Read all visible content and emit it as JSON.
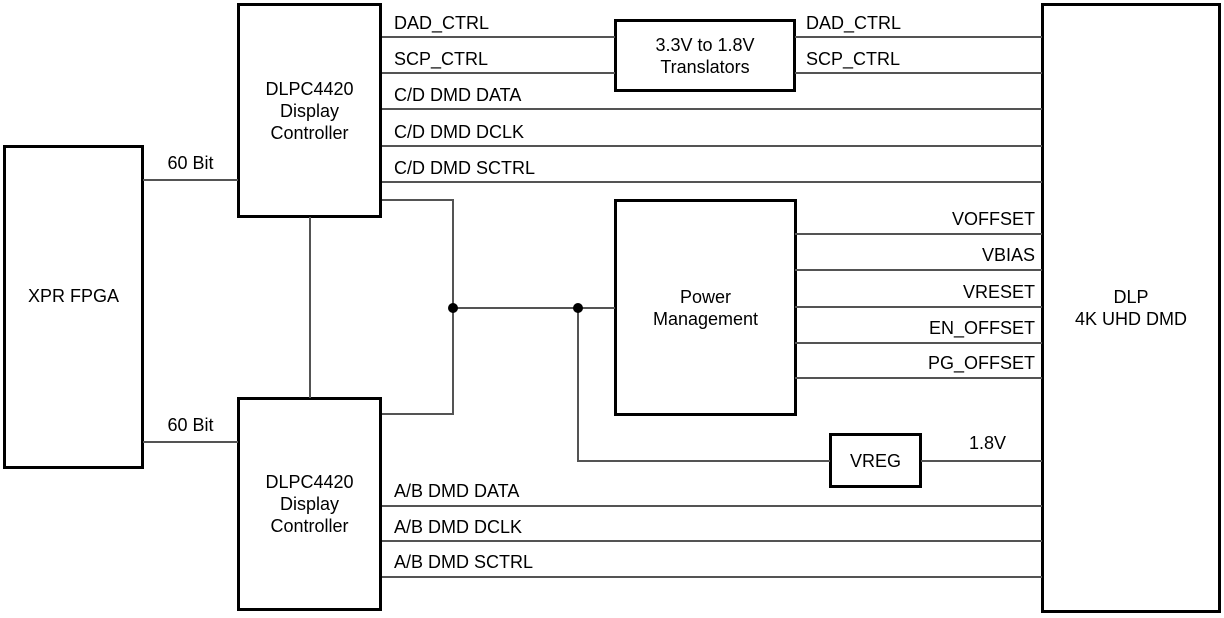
{
  "title": "DLP 4K UHD display system block diagram",
  "colors": {
    "background": "#ffffff",
    "block_border": "#000000",
    "wire": "#545454",
    "text": "#000000",
    "junction_dot": "#000000"
  },
  "blocks": {
    "xpr_fpga": {
      "lines": [
        "XPR FPGA"
      ]
    },
    "dlpc_top": {
      "lines": [
        "DLPC4420",
        "Display",
        "Controller"
      ]
    },
    "dlpc_bottom": {
      "lines": [
        "DLPC4420",
        "Display",
        "Controller"
      ]
    },
    "translators": {
      "lines": [
        "3.3V to 1.8V",
        "Translators"
      ]
    },
    "power_mgmt": {
      "lines": [
        "Power",
        "Management"
      ]
    },
    "vreg": {
      "lines": [
        "VREG"
      ]
    },
    "dmd": {
      "lines": [
        "DLP",
        "4K UHD DMD"
      ]
    }
  },
  "signals": {
    "bus_60bit_top": "60 Bit",
    "bus_60bit_bottom": "60 Bit",
    "dad_ctrl_left": "DAD_CTRL",
    "scp_ctrl_left": "SCP_CTRL",
    "cd_dmd_data": "C/D DMD DATA",
    "cd_dmd_dclk": "C/D DMD DCLK",
    "cd_dmd_sctrl": "C/D DMD SCTRL",
    "dad_ctrl_right": "DAD_CTRL",
    "scp_ctrl_right": "SCP_CTRL",
    "voffset": "VOFFSET",
    "vbias": "VBIAS",
    "vreset": "VRESET",
    "en_offset": "EN_OFFSET",
    "pg_offset": "PG_OFFSET",
    "v1p8": "1.8V",
    "ab_dmd_data": "A/B DMD DATA",
    "ab_dmd_dclk": "A/B DMD DCLK",
    "ab_dmd_sctrl": "A/B DMD SCTRL"
  }
}
